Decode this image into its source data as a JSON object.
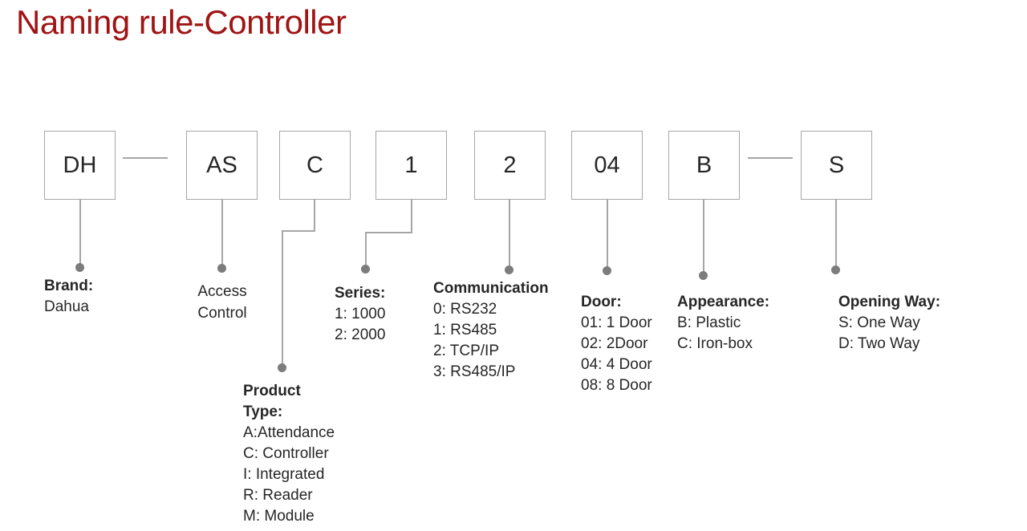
{
  "title": {
    "text": "Naming rule-Controller",
    "color": "#A01414"
  },
  "colors": {
    "title_red": "#A01414",
    "line_gray": "#A6A6A6",
    "dot_gray": "#7C7C7C",
    "text": "#262626",
    "background": "#FFFFFF"
  },
  "boxes": [
    {
      "code": "DH"
    },
    {
      "code": "AS"
    },
    {
      "code": "C"
    },
    {
      "code": "1"
    },
    {
      "code": "2"
    },
    {
      "code": "04"
    },
    {
      "code": "B"
    },
    {
      "code": "S"
    }
  ],
  "labels": {
    "brand": {
      "header": "Brand:",
      "items": [
        "Dahua"
      ]
    },
    "access": {
      "lines": [
        "Access",
        "Control"
      ]
    },
    "product_type": {
      "header_lines": [
        "Product",
        "Type:"
      ],
      "items": [
        "A:Attendance",
        "C: Controller",
        "I: Integrated",
        "R: Reader",
        "M: Module"
      ]
    },
    "series": {
      "header": "Series:",
      "items": [
        "1: 1000",
        "2: 2000"
      ]
    },
    "communication": {
      "header": "Communication",
      "items": [
        "0: RS232",
        "1: RS485",
        "2: TCP/IP",
        "3: RS485/IP"
      ]
    },
    "door": {
      "header": "Door:",
      "items": [
        "01: 1 Door",
        "02: 2Door",
        "04: 4 Door",
        "08: 8 Door"
      ]
    },
    "appearance": {
      "header": "Appearance:",
      "items": [
        "B: Plastic",
        "C: Iron-box"
      ]
    },
    "opening_way": {
      "header": "Opening Way:",
      "items": [
        "S: One Way",
        "D: Two Way"
      ]
    }
  }
}
